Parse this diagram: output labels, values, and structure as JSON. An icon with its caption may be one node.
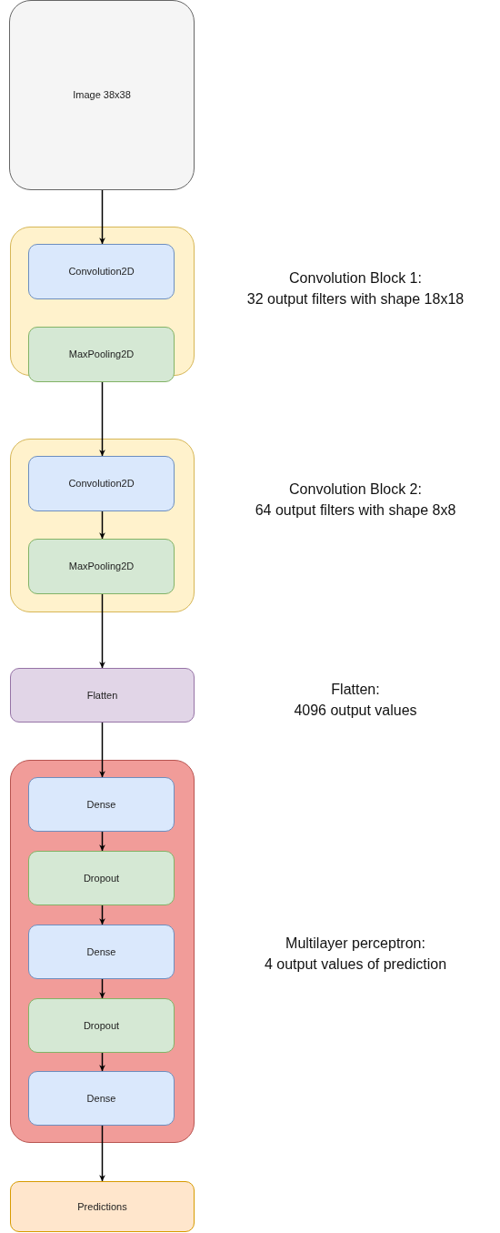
{
  "diagram": {
    "nodes": [
      {
        "text": [
          "Image 38x38"
        ]
      },
      {
        "text": [],
        "shape": "box"
      },
      {
        "text": [
          "Convolution2D"
        ],
        "in": 1
      },
      {
        "text": [
          "MaxPooling2D"
        ],
        "in": 1
      },
      {
        "text": [],
        "shape": "box"
      },
      {
        "text": [
          "Convolution2D"
        ],
        "in": 4
      },
      {
        "text": [
          "MaxPooling2D"
        ],
        "in": 4
      },
      {
        "text": [
          "Flatten"
        ]
      },
      {
        "text": [],
        "shape": "box"
      },
      {
        "text": [
          "Dense"
        ],
        "in": 8
      },
      {
        "text": [
          "Dropout"
        ],
        "in": 8
      },
      {
        "text": [
          "Dense"
        ],
        "in": 8
      },
      {
        "text": [
          "Dropout"
        ],
        "in": 8
      },
      {
        "text": [
          "Dense"
        ],
        "in": 8
      },
      {
        "text": [
          "Predictions"
        ]
      }
    ],
    "edges": [
      {
        "from": 0,
        "to": 2,
        "arrow": "to"
      },
      {
        "from": 3,
        "to": 5,
        "arrow": "to"
      },
      {
        "from": 5,
        "to": 6,
        "arrow": "to"
      },
      {
        "from": 6,
        "to": 7,
        "arrow": "to"
      },
      {
        "from": 7,
        "to": 9,
        "arrow": "to"
      },
      {
        "from": 9,
        "to": 10,
        "arrow": "to"
      },
      {
        "from": 10,
        "to": 11,
        "arrow": "to"
      },
      {
        "from": 11,
        "to": 12,
        "arrow": "to"
      },
      {
        "from": 12,
        "to": 13,
        "arrow": "to"
      },
      {
        "from": 13,
        "to": 14,
        "arrow": "to"
      }
    ],
    "labels": [
      "Convolution Block 1:",
      "32 output filters with shape 18x18",
      "Convolution Block 2:",
      "64 output filters with shape 8x8",
      "Flatten:",
      "4096 output values",
      "Multilayer perceptron:",
      "4 output values of prediction"
    ]
  }
}
